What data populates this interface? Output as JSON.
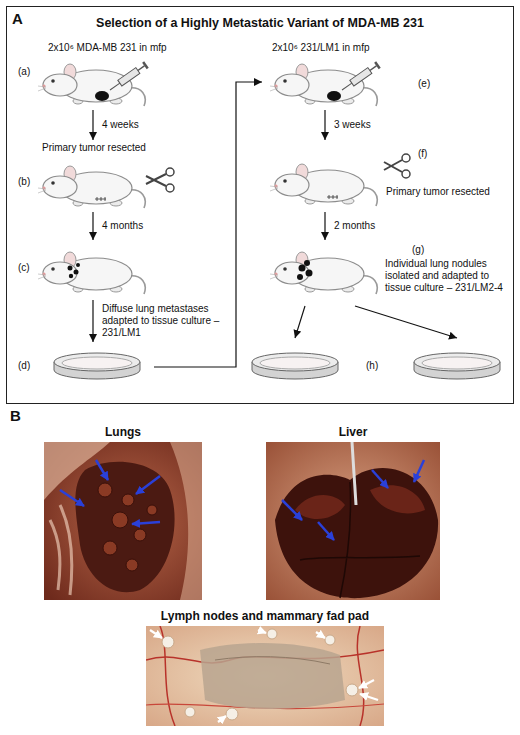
{
  "diagram": {
    "nodes": [
      {
        "text": [
          "Selection of a Highly Metastatic Variant of MDA-MB 231"
        ]
      },
      {
        "text": [
          "(a)",
          "2x10⁶ MDA-MB 231 in mfp"
        ],
        "in": 0
      },
      {
        "text": [
          "(b)",
          "Primary tumor resected"
        ],
        "in": 0
      },
      {
        "text": [
          "(c)"
        ],
        "in": 0
      },
      {
        "text": [
          "(d)"
        ],
        "in": 0
      },
      {
        "text": [
          "(e)",
          "2x10⁶ 231/LM1 in mfp"
        ],
        "in": 0
      },
      {
        "text": [
          "(f)",
          "Primary tumor resected"
        ],
        "in": 0
      },
      {
        "text": [
          "(g)",
          "Individual lung nodules isolated and adapted to tissue culture – 231/LM2-4"
        ],
        "in": 0
      },
      {
        "text": [
          "(h)"
        ],
        "in": 0
      },
      {
        "text": [
          "Lungs"
        ]
      },
      {
        "text": [
          "Liver"
        ]
      },
      {
        "text": [
          "Lymph nodes and mammary fad pad"
        ]
      }
    ],
    "edges": [
      {
        "from": 1,
        "to": 2,
        "label": "4 weeks",
        "arrow": "to"
      },
      {
        "from": 2,
        "to": 3,
        "label": "4 months",
        "arrow": "to"
      },
      {
        "from": 3,
        "to": 4,
        "label": "Diffuse lung metastases adapted to tissue culture – 231/LM1",
        "arrow": "to"
      },
      {
        "from": 4,
        "to": 5,
        "arrow": "to"
      },
      {
        "from": 5,
        "to": 6,
        "label": "3 weeks",
        "arrow": "to"
      },
      {
        "from": 6,
        "to": 7,
        "label": "2 months",
        "arrow": "to"
      },
      {
        "from": 7,
        "to": 8,
        "arrow": "to"
      },
      {
        "from": 7,
        "to": 8,
        "arrow": "to"
      }
    ],
    "labels": [
      "A",
      "B"
    ]
  }
}
